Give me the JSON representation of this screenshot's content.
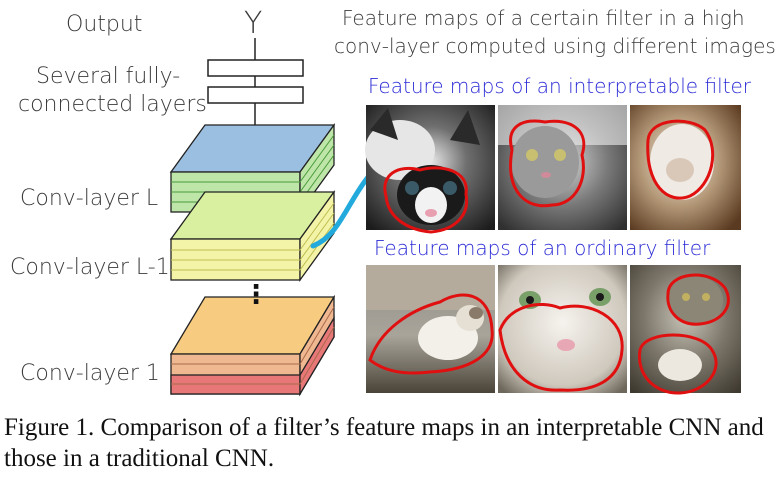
{
  "figure": {
    "output_label": "Output",
    "y_symbol": "Y",
    "fc_label_line1": "Several fully-",
    "fc_label_line2": "connected layers",
    "conv_layer_L": "Conv-layer L",
    "conv_layer_L_minus_1": "Conv-layer L-1",
    "conv_layer_1": "Conv-layer 1",
    "ellipsis": "⋮",
    "header_line1": "Feature maps of a certain filter in a high",
    "header_line2": "conv-layer computed using different images",
    "interpretable_title": "Feature maps of an interpretable filter",
    "ordinary_title": "Feature maps of an ordinary filter",
    "images_interpretable": [
      "cat-photo-kitten-face",
      "cat-photo-tabby-face",
      "cat-photo-sleeping-kitten"
    ],
    "images_ordinary": [
      "cat-photo-cat-on-floor",
      "cat-photo-white-cat-closeup",
      "cat-photo-tabby-lying"
    ]
  },
  "caption": {
    "text": "Figure 1. Comparison of a filter’s feature maps in an interpretable CNN and those in a traditional CNN."
  },
  "colors": {
    "fc_box_stroke": "#222222",
    "layer_L_top": "#9bbfe0",
    "layer_L_stripe": "#b6e0a0",
    "layer_L1_top": "#d8f0a0",
    "layer_L1_stripe": "#f4f4a0",
    "layer_1_top": "#f8cc80",
    "layer_1_stripe_a": "#f0b890",
    "layer_1_stripe_b": "#e87878",
    "arrow": "#22aadd",
    "outline": "#e01010",
    "title_blue": "#2b2bd6"
  }
}
